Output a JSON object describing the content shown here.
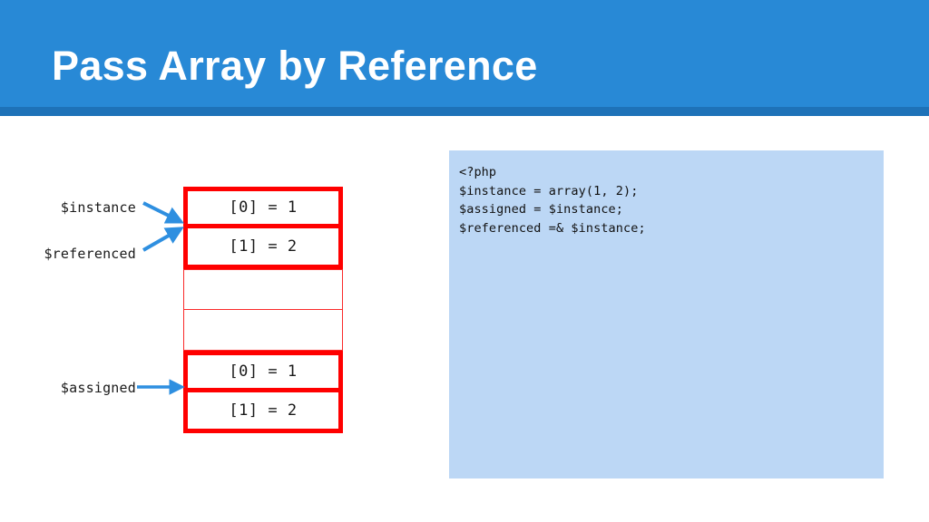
{
  "slide": {
    "title": "Pass Array by Reference",
    "header_color": "#2889d6",
    "header_underline_color": "#1e72b8",
    "title_color": "#ffffff",
    "background": "#ffffff"
  },
  "diagram": {
    "accent_color": "#ff0000",
    "arrow_color": "#2e8fe0",
    "groups": [
      {
        "name": "instance-block",
        "emphasis": "strong",
        "cells": [
          {
            "label": "[0] = 1"
          },
          {
            "label": "[1] = 2"
          }
        ]
      },
      {
        "name": "empty-block",
        "emphasis": "weak",
        "cells": [
          {
            "label": ""
          },
          {
            "label": ""
          }
        ]
      },
      {
        "name": "assigned-block",
        "emphasis": "strong",
        "cells": [
          {
            "label": "[0] = 1"
          },
          {
            "label": "[1] = 2"
          }
        ]
      }
    ],
    "pointers": [
      {
        "name": "instance",
        "label": "$instance"
      },
      {
        "name": "referenced",
        "label": "$referenced"
      },
      {
        "name": "assigned",
        "label": "$assigned"
      }
    ]
  },
  "code_panel": {
    "background": "#bcd7f5",
    "language": "php",
    "lines": [
      "<?php",
      "$instance = array(1, 2);",
      "$assigned = $instance;",
      "$referenced =& $instance;"
    ],
    "text": "<?php\n$instance = array(1, 2);\n$assigned = $instance;\n$referenced =& $instance;"
  }
}
